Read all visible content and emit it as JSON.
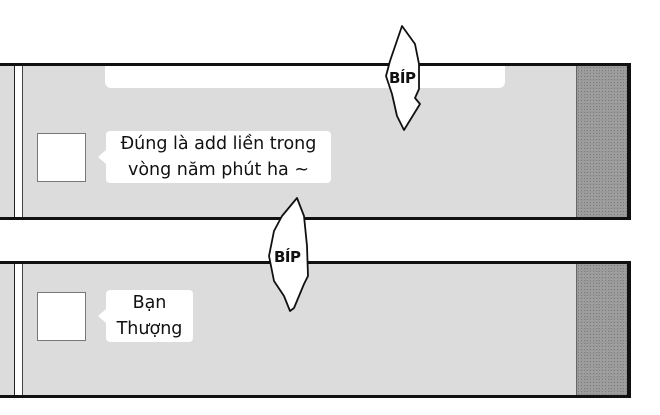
{
  "panels": [
    {
      "message": {
        "line1": "Đúng là add liền trong",
        "line2": "vòng năm phút ha ~"
      },
      "sfx": "BÍP"
    },
    {
      "message": {
        "line1": "Bạn",
        "line2": "Thượng"
      },
      "sfx": "BÍP"
    }
  ],
  "colors": {
    "screen_bg": "#dcdcdc",
    "scroll_strip": "#9a9a9a",
    "frame": "#111111",
    "bubble": "#ffffff"
  }
}
